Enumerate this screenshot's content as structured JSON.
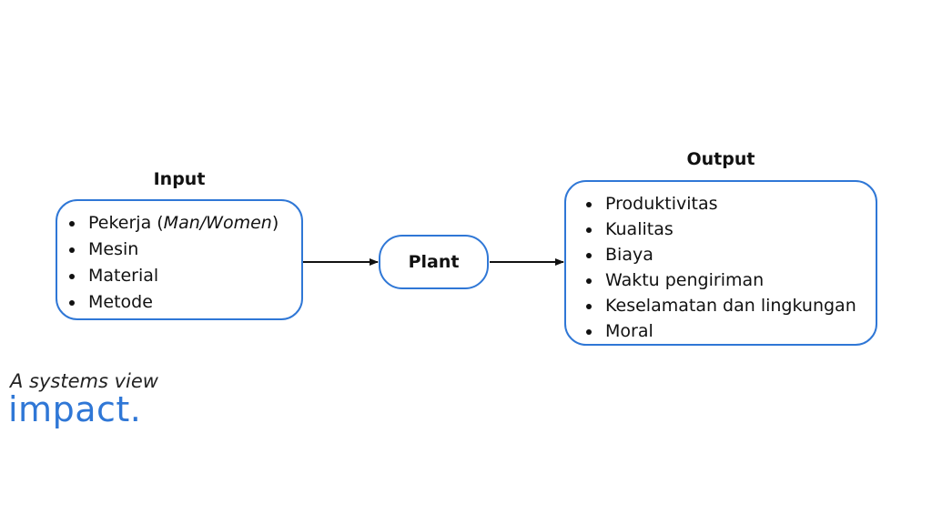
{
  "input": {
    "title": "Input",
    "items": [
      {
        "text": "Pekerja (",
        "em": "Man/Women",
        "tail": ")"
      },
      {
        "text": "Mesin"
      },
      {
        "text": "Material"
      },
      {
        "text": "Metode"
      }
    ]
  },
  "plant": {
    "label": "Plant"
  },
  "output": {
    "title": "Output",
    "items": [
      "Produktivitas",
      "Kualitas",
      "Biaya",
      "Waktu pengiriman",
      "Keselamatan dan lingkungan",
      "Moral"
    ]
  },
  "footer": {
    "subtitle": "A systems view",
    "brand": "impact."
  },
  "colors": {
    "accent": "#2f77d6",
    "text": "#111111"
  }
}
